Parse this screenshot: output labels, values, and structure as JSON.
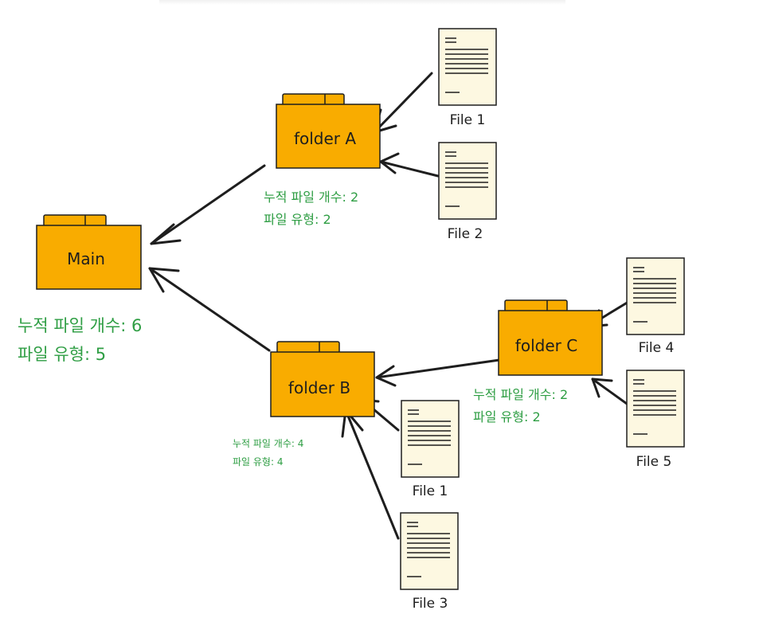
{
  "colors": {
    "folder_fill": "#f9ac00",
    "folder_stroke": "#1e1e1e",
    "file_fill": "#fdf8e1",
    "stat_text": "#2f9e44",
    "arrow": "#1e1e1e"
  },
  "folders": {
    "main": {
      "label": "Main"
    },
    "folder_a": {
      "label": "folder A"
    },
    "folder_b": {
      "label": "folder B"
    },
    "folder_c": {
      "label": "folder C"
    }
  },
  "files": {
    "a_file_1": {
      "label": "File 1"
    },
    "a_file_2": {
      "label": "File 2"
    },
    "b_file_1": {
      "label": "File 1"
    },
    "b_file_3": {
      "label": "File 3"
    },
    "c_file_4": {
      "label": "File 4"
    },
    "c_file_5": {
      "label": "File 5"
    }
  },
  "stats": {
    "main": {
      "count": "누적 파일 개수: 6",
      "types": "파일 유형: 5"
    },
    "folder_a": {
      "count": "누적 파일 개수: 2",
      "types": "파일 유형: 2"
    },
    "folder_b": {
      "count": "누적 파일 개수: 4",
      "types": "파일 유형: 4"
    },
    "folder_c": {
      "count": "누적 파일 개수: 2",
      "types": "파일 유형: 2"
    }
  }
}
